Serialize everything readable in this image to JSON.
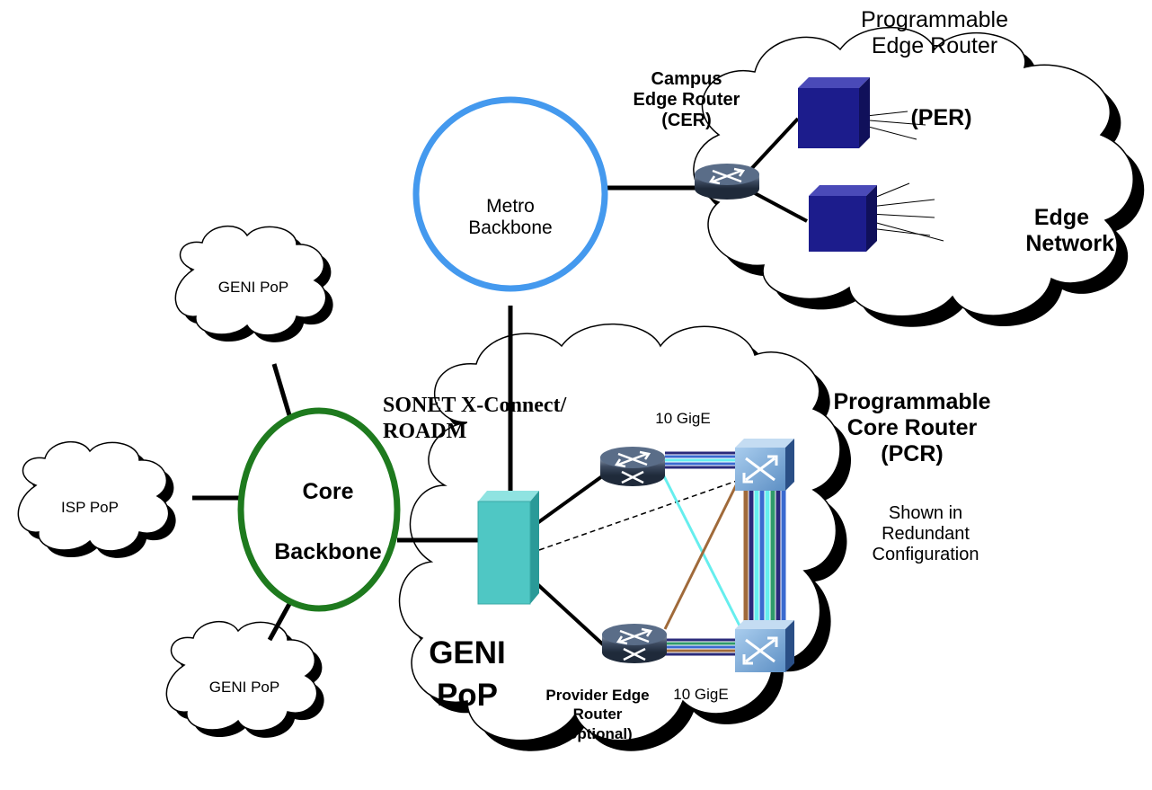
{
  "labels": {
    "programmable_edge_router": [
      "Programmable",
      "Edge  Router"
    ],
    "per": "(PER)",
    "campus_edge_router": [
      "Campus",
      "Edge Router",
      "(CER)"
    ],
    "metro_backbone": [
      "Metro",
      "Backbone"
    ],
    "edge_network": [
      "Edge",
      "Network"
    ],
    "geni_pop_top": "GENI PoP",
    "isp_pop": "ISP PoP",
    "geni_pop_bottom": "GENI PoP",
    "core_backbone": [
      "Core",
      "Backbone"
    ],
    "sonet": [
      "SONET X-Connect/",
      "ROADM"
    ],
    "ten_gige_top": "10 GigE",
    "ten_gige_bottom": "10 GigE",
    "pcr": [
      "Programmable",
      "Core Router",
      "(PCR)"
    ],
    "shown_in": [
      "Shown in",
      "Redundant",
      "Configuration"
    ],
    "geni_pop_big": [
      "GENI",
      "PoP"
    ],
    "provider_edge_router": [
      "Provider Edge",
      "Router",
      "(optional)"
    ]
  },
  "colors": {
    "metro_ring": "#4499ee",
    "core_ring": "#1e7a1e",
    "router_blue": "#1c1c8c",
    "roadm_teal": "#4fc7c4",
    "pcr_switch": "#7aa9d6",
    "cyan_link": "#66eeee",
    "brown_link": "#a06a3a"
  },
  "icons": [
    "router-icon",
    "switch-icon",
    "roadm-icon",
    "per-box-icon",
    "cloud-icon"
  ]
}
